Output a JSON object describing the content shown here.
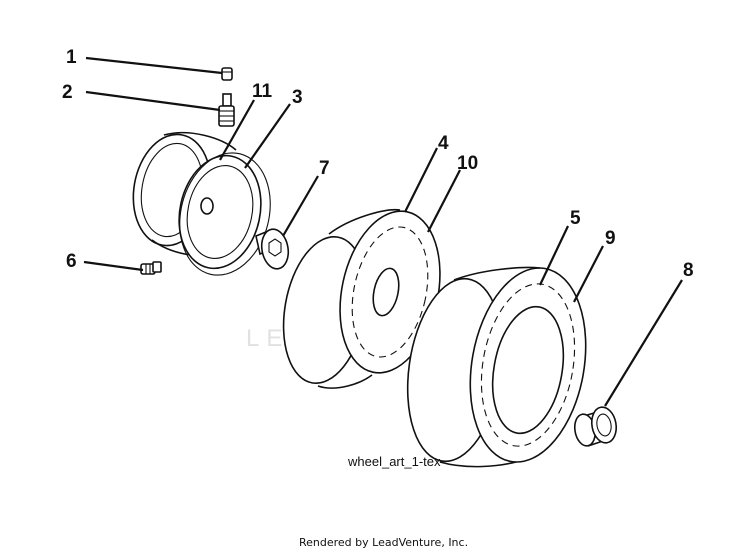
{
  "callouts": {
    "c1": "1",
    "c2": "2",
    "c3": "3",
    "c4": "4",
    "c5": "5",
    "c6": "6",
    "c7": "7",
    "c8": "8",
    "c9": "9",
    "c10": "10",
    "c11": "11"
  },
  "art_label": "wheel_art_1-tex",
  "watermark": "LEADVENTURE",
  "footer": "Rendered by LeadVenture, Inc.",
  "colors": {
    "line": "#111111",
    "watermark": "#c9c9c9",
    "background": "#ffffff"
  }
}
